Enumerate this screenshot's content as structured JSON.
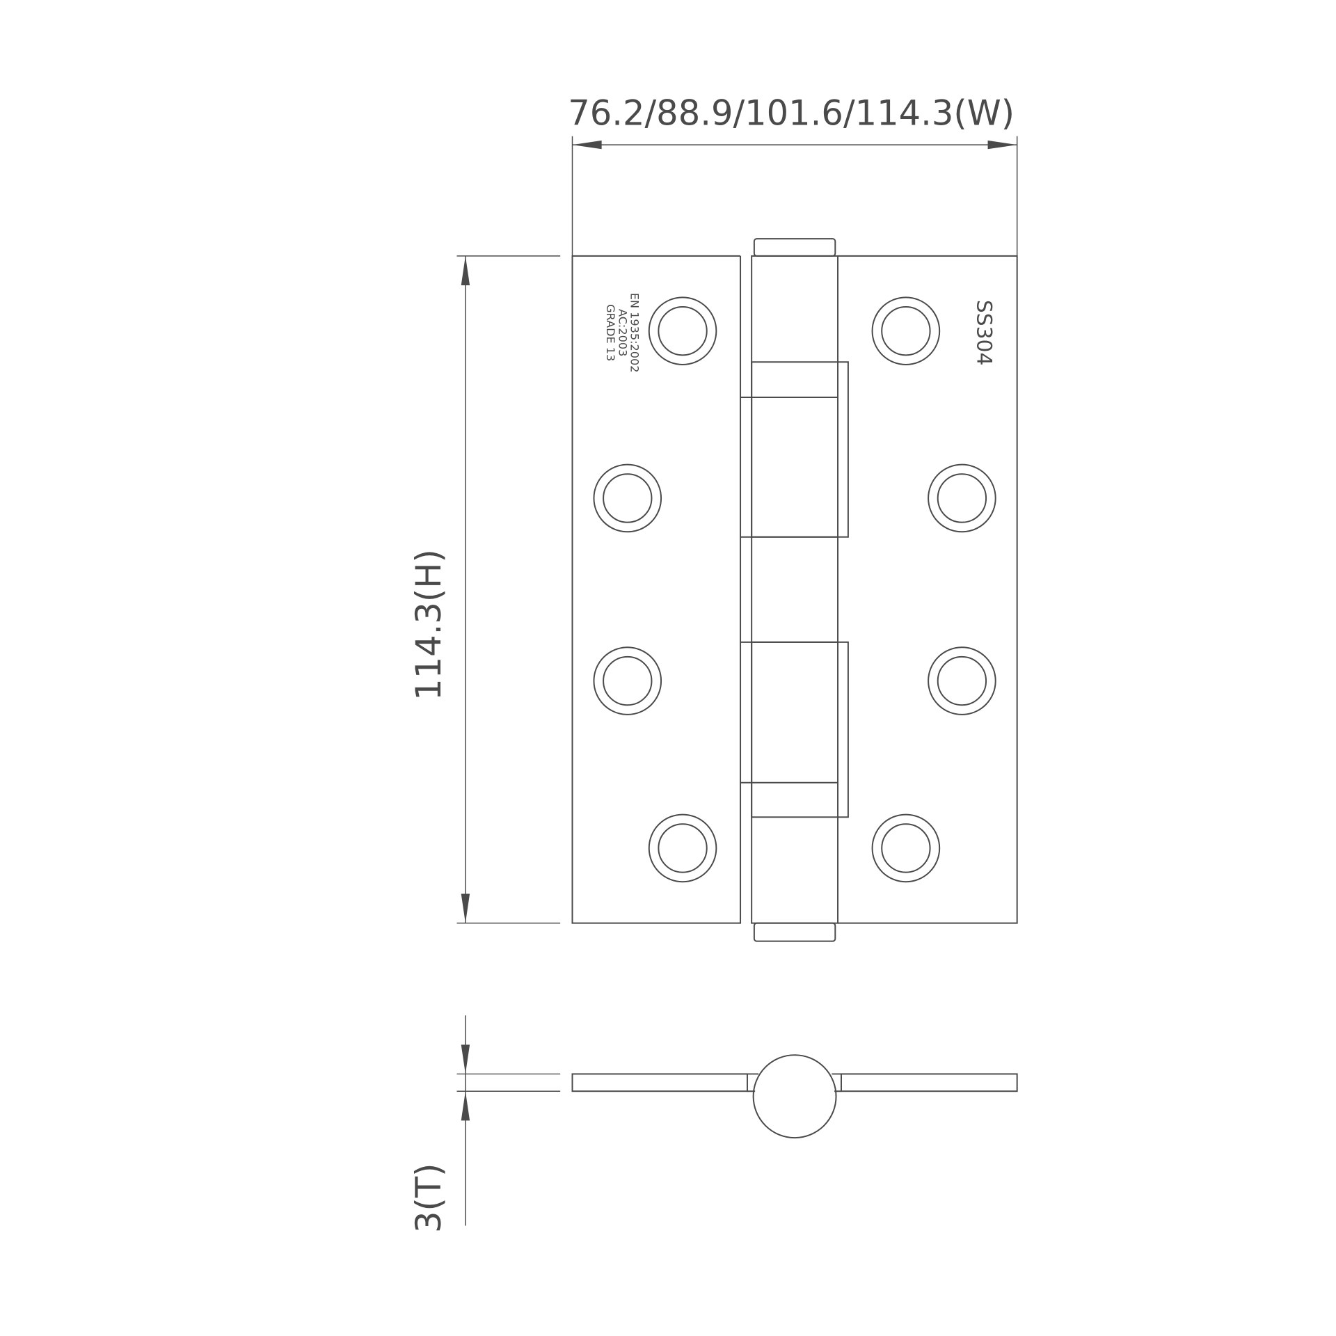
{
  "drawing": {
    "width_dimension": "76.2/88.9/101.6/114.3(W)",
    "height_dimension": "114.3(H)",
    "thickness_dimension": "3(T)",
    "plate_marking_left": [
      "EN 1935:2002",
      "AC:2003",
      "GRADE 13"
    ],
    "plate_marking_right": "SS304",
    "line_color": "#4a4a4a"
  }
}
